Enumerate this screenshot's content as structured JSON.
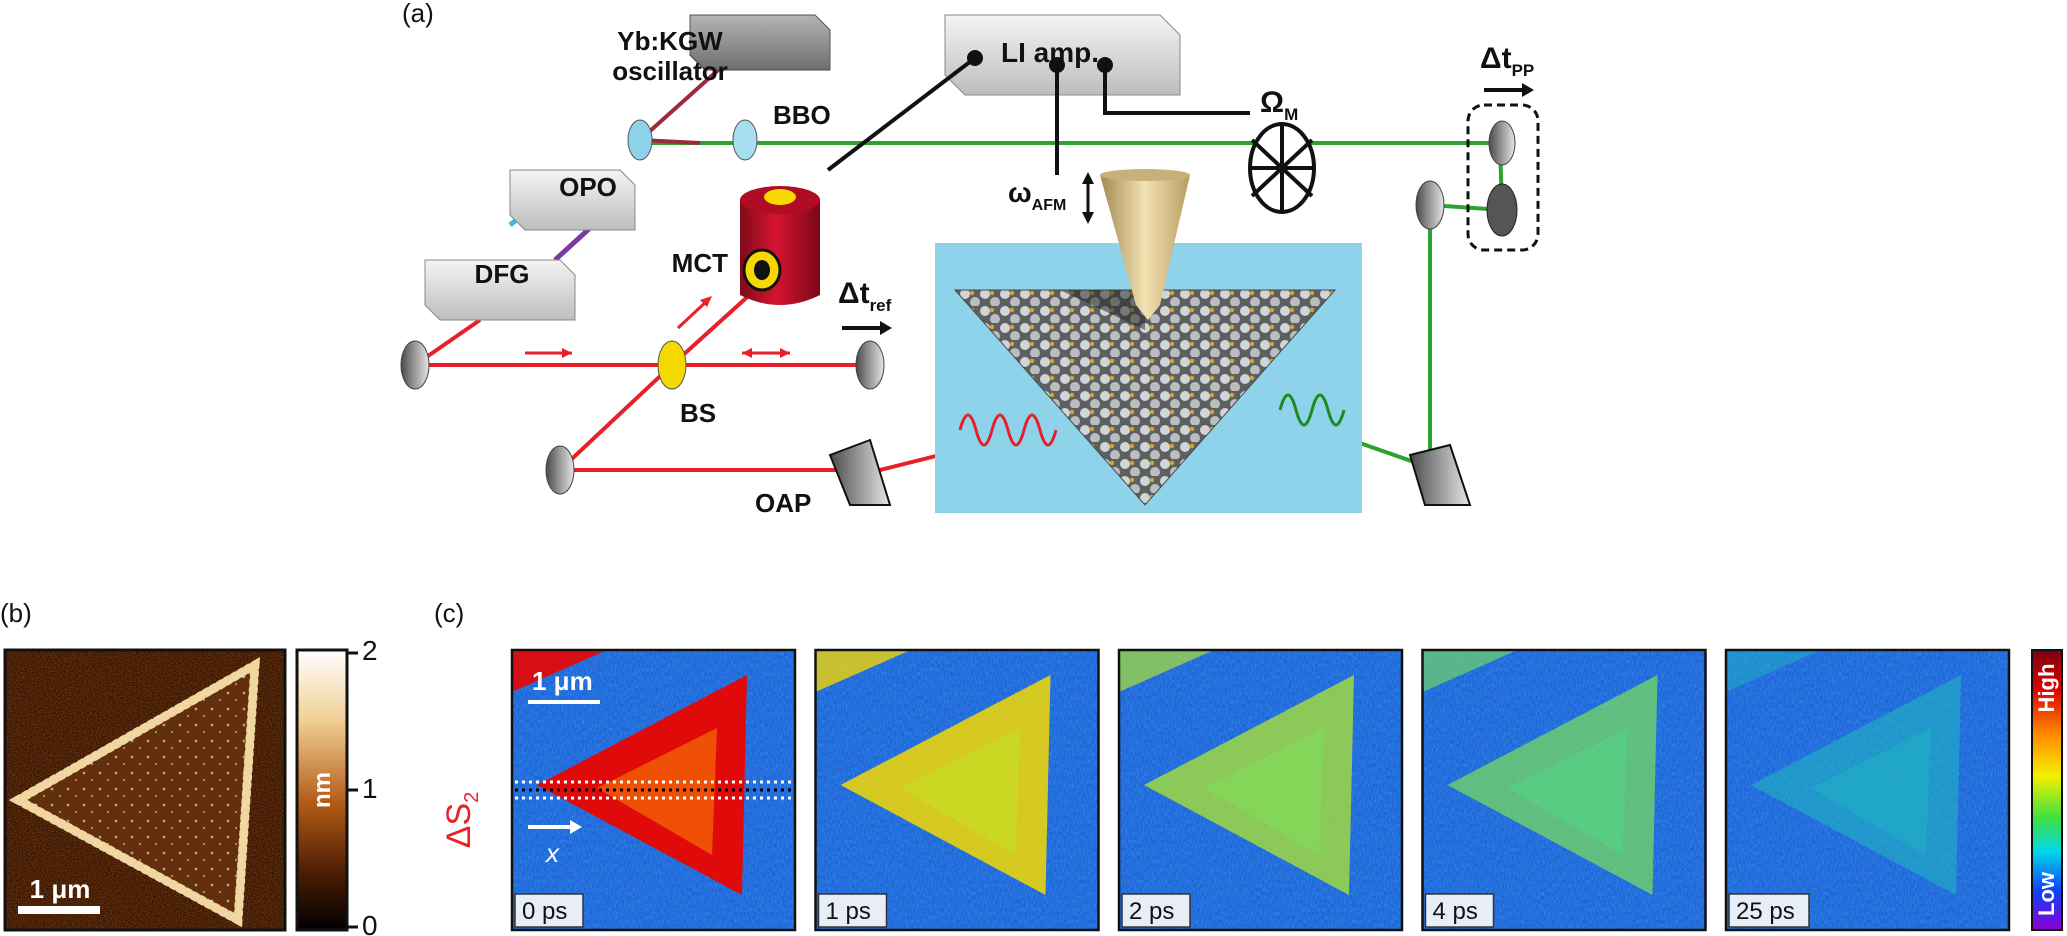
{
  "panel_a": {
    "label": "(a)",
    "oscillator_line1": "Yb:KGW",
    "oscillator_line2": "oscillator",
    "opo": "OPO",
    "dfg": "DFG",
    "bbo": "BBO",
    "mct": "MCT",
    "bs": "BS",
    "oap": "OAP",
    "li_amp": "LI amp.",
    "omega_m": "Ω",
    "omega_m_sub": "M",
    "omega_afm": "ω",
    "omega_afm_sub": "AFM",
    "delta_t_ref": "Δt",
    "delta_t_ref_sub": "ref",
    "delta_t_pp": "Δt",
    "delta_t_pp_sub": "PP"
  },
  "panel_b": {
    "label": "(b)",
    "scale_bar": "1 μm",
    "colorbar_unit": "nm",
    "colorbar_ticks": [
      "2",
      "1",
      "0"
    ]
  },
  "panel_c": {
    "label": "(c)",
    "ylabel": "ΔS",
    "ylabel_sub": "2",
    "scale_bar": "1 μm",
    "axis_label": "x",
    "frames": [
      {
        "time": "0 ps",
        "level": 1.0
      },
      {
        "time": "1 ps",
        "level": 0.72
      },
      {
        "time": "2 ps",
        "level": 0.55
      },
      {
        "time": "4 ps",
        "level": 0.45
      },
      {
        "time": "25 ps",
        "level": 0.18
      }
    ],
    "colorbar_high": "High",
    "colorbar_low": "Low"
  },
  "colors": {
    "pump_beam": "#2ea12e",
    "probe_beam": "#e8202a",
    "mct_body": "#c8102e",
    "mct_cap": "#f5d800",
    "substrate": "#8fd3ea",
    "afm_dark": "#1a0800",
    "afm_light": "#ffffff",
    "map_background": "#2060d8"
  }
}
